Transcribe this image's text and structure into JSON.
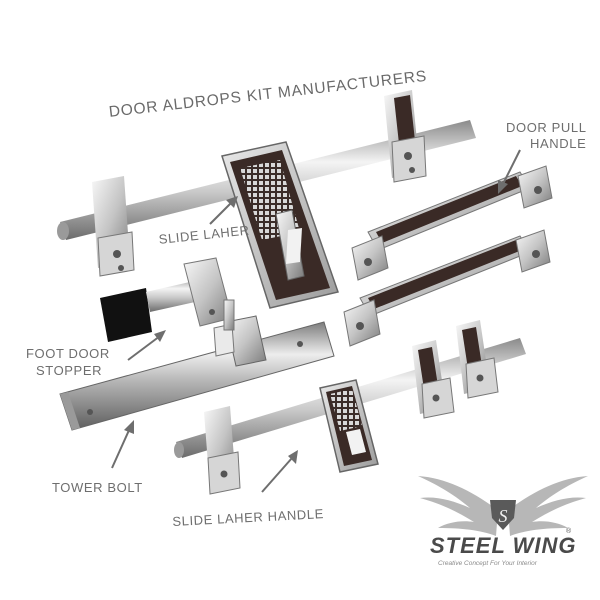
{
  "title": "DOOR ALDROPS KIT MANUFACTURERS",
  "labels": {
    "door_pull_handle_line1": "DOOR PULL",
    "door_pull_handle_line2": "HANDLE",
    "slide_laher": "SLIDE LAHER",
    "foot_door_stopper_line1": "FOOT DOOR",
    "foot_door_stopper_line2": "STOPPER",
    "tower_bolt": "TOWER BOLT",
    "slide_laher_handle": "SLIDE LAHER HANDLE"
  },
  "brand": {
    "name": "STEEL WING",
    "registered": "®",
    "tagline": "Creative Concept For Your Interior",
    "logo_letter": "S"
  },
  "colors": {
    "steel_light": "#f2f2f2",
    "steel_mid": "#bdbdbd",
    "steel_dark": "#6f6f6f",
    "inlay": "#3a2a26",
    "label": "#6e6e6e",
    "stopper": "#111111"
  }
}
